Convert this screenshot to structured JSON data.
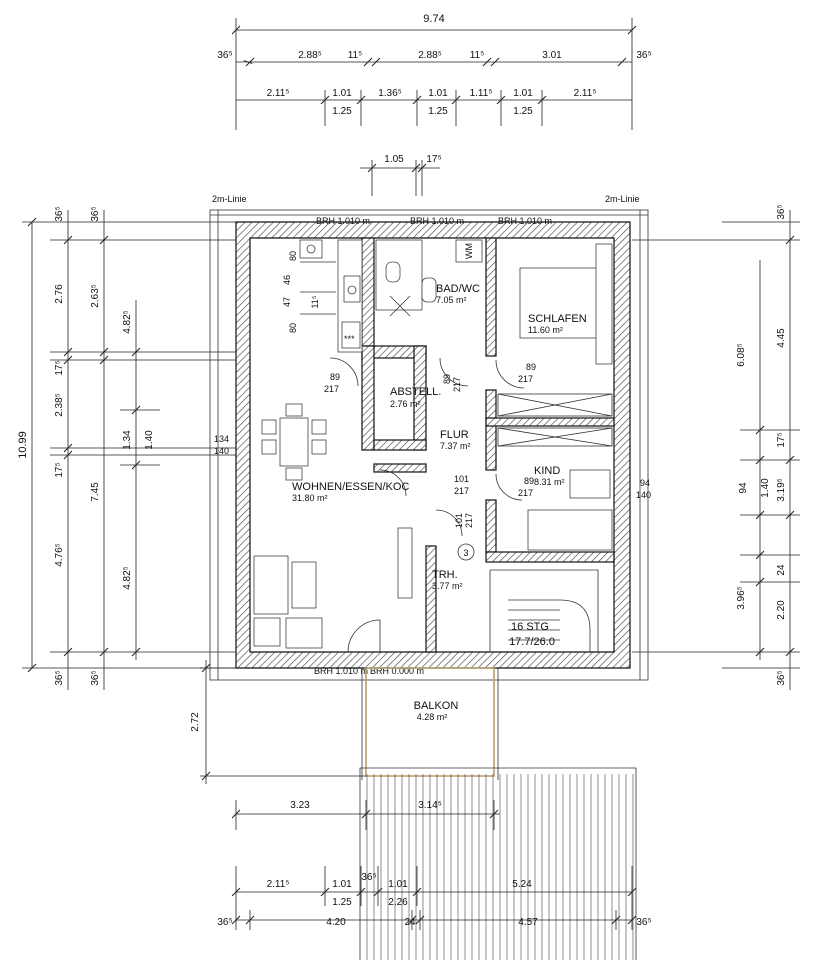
{
  "overall_width": "9.74",
  "top_dims": {
    "row1": [
      "36⁵",
      "2.88⁵",
      "11⁵",
      "2.88⁵",
      "11⁵",
      "3.01",
      "36⁵"
    ],
    "row2": [
      "2.11⁵",
      "1.01",
      "1.36⁵",
      "1.01",
      "1.11⁵",
      "1.01",
      "2.11⁵"
    ],
    "row3": [
      "1.25",
      "1.25",
      "1.25"
    ],
    "dormer": [
      "1.05",
      "17⁵"
    ]
  },
  "left_dims": {
    "overall": "10.99",
    "col1": [
      "36⁵",
      "2.38⁵",
      "17⁵",
      "7.45",
      "36⁵"
    ],
    "col2": [
      "36⁵",
      "2.76",
      "17⁵",
      "4.76⁵",
      "36⁵"
    ],
    "col3": [
      "2.63⁵",
      "1.34"
    ],
    "col4": [
      "4.82⁵",
      "1.40",
      "4.82⁵"
    ]
  },
  "right_dims": {
    "col1": [
      "36⁵",
      "6.08⁵",
      "1.40",
      "3.96⁵",
      "36⁵"
    ],
    "col2": [
      "4.45",
      "17⁵",
      "94",
      "2.20"
    ],
    "col3": [
      "3.19⁵",
      "24"
    ]
  },
  "bottom_dims": {
    "row1": [
      "3.23",
      "3.14⁵"
    ],
    "row2": [
      "2.11⁵",
      "1.01",
      "36⁵",
      "1.01",
      "5.24"
    ],
    "row3": [
      "1.25",
      "2.26"
    ],
    "row4": [
      "36⁵",
      "4.20",
      "24",
      "4.57",
      "36⁵"
    ],
    "balcony_depth": "2.72"
  },
  "labels": {
    "two_m_left": "2m-Linie",
    "two_m_right": "2m-Linie",
    "brh_top_1": "BRH 1.010 m",
    "brh_top_2": "BRH 1.010 m",
    "brh_top_3": "BRH 1.010 m",
    "brh_bottom_1": "BRH 1.010 m",
    "brh_bottom_2": "BRH 0.000 m",
    "window_left_top": "134",
    "window_left_bottom": "140",
    "window_right_top": "94",
    "window_right_bottom": "140",
    "door_abst_top": "89",
    "door_abst_bottom": "217",
    "door_bad_top": "89",
    "door_bad_bottom": "217",
    "door_schlafen_top": "89",
    "door_schlafen_bottom": "217",
    "door_wohnen_top": "101",
    "door_wohnen_bottom": "217",
    "door_kind_top": "89",
    "door_kind_bottom": "217",
    "door_trh_top": "101",
    "door_trh_bottom": "217",
    "kitchen_80a": "80",
    "kitchen_46": "46",
    "kitchen_47": "47",
    "kitchen_80b": "80",
    "kitchen_115": "11⁵",
    "wm": "WM",
    "stair_marker": "3",
    "stairs_line1": "16 STG",
    "stairs_line2": "17.7/26.0",
    "hob": "***"
  },
  "rooms": [
    {
      "name": "BAD/WC",
      "area": "7.05 m²"
    },
    {
      "name": "SCHLAFEN",
      "area": "11.60 m²"
    },
    {
      "name": "ABSTELL.",
      "area": "2.76 m²"
    },
    {
      "name": "FLUR",
      "area": "7.37 m²"
    },
    {
      "name": "KIND",
      "area": "8.31 m²"
    },
    {
      "name": "WOHNEN/ESSEN/KOC",
      "area": "31.80 m²"
    },
    {
      "name": "TRH.",
      "area": "3.77 m²"
    },
    {
      "name": "BALKON",
      "area": "4.28 m²"
    }
  ],
  "colors": {
    "wall_hatch": "#555555",
    "balcony_outline": "#b8a070",
    "line": "#222222"
  }
}
